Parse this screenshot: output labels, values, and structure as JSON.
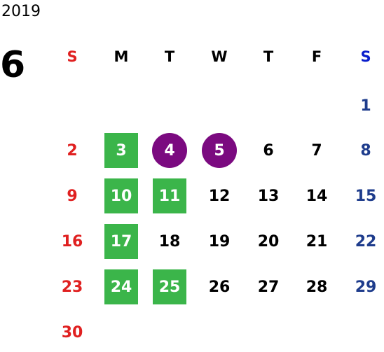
{
  "header": {
    "year": "2019",
    "month": "6"
  },
  "weekdays": [
    {
      "label": "S",
      "color": "#e02020"
    },
    {
      "label": "M",
      "color": "#000000"
    },
    {
      "label": "T",
      "color": "#000000"
    },
    {
      "label": "W",
      "color": "#000000"
    },
    {
      "label": "T",
      "color": "#000000"
    },
    {
      "label": "F",
      "color": "#000000"
    },
    {
      "label": "S",
      "color": "#0a1ecc"
    }
  ],
  "colors": {
    "sunday": "#e02020",
    "saturday": "#1e3c8c",
    "weekday": "#000000",
    "highlight_green": "#3bb54a",
    "highlight_purple": "#7b0a80"
  },
  "days": [
    {
      "label": "1",
      "weekday": 6,
      "week": 0
    },
    {
      "label": "2",
      "weekday": 0,
      "week": 1
    },
    {
      "label": "3",
      "weekday": 1,
      "week": 1,
      "mark": "green"
    },
    {
      "label": "4",
      "weekday": 2,
      "week": 1,
      "mark": "circle"
    },
    {
      "label": "5",
      "weekday": 3,
      "week": 1,
      "mark": "circle"
    },
    {
      "label": "6",
      "weekday": 4,
      "week": 1
    },
    {
      "label": "7",
      "weekday": 5,
      "week": 1
    },
    {
      "label": "8",
      "weekday": 6,
      "week": 1
    },
    {
      "label": "9",
      "weekday": 0,
      "week": 2
    },
    {
      "label": "10",
      "weekday": 1,
      "week": 2,
      "mark": "green"
    },
    {
      "label": "11",
      "weekday": 2,
      "week": 2,
      "mark": "green"
    },
    {
      "label": "12",
      "weekday": 3,
      "week": 2
    },
    {
      "label": "13",
      "weekday": 4,
      "week": 2
    },
    {
      "label": "14",
      "weekday": 5,
      "week": 2
    },
    {
      "label": "15",
      "weekday": 6,
      "week": 2
    },
    {
      "label": "16",
      "weekday": 0,
      "week": 3
    },
    {
      "label": "17",
      "weekday": 1,
      "week": 3,
      "mark": "green"
    },
    {
      "label": "18",
      "weekday": 2,
      "week": 3
    },
    {
      "label": "19",
      "weekday": 3,
      "week": 3
    },
    {
      "label": "20",
      "weekday": 4,
      "week": 3
    },
    {
      "label": "21",
      "weekday": 5,
      "week": 3
    },
    {
      "label": "22",
      "weekday": 6,
      "week": 3
    },
    {
      "label": "23",
      "weekday": 0,
      "week": 4
    },
    {
      "label": "24",
      "weekday": 1,
      "week": 4,
      "mark": "green"
    },
    {
      "label": "25",
      "weekday": 2,
      "week": 4,
      "mark": "green"
    },
    {
      "label": "26",
      "weekday": 3,
      "week": 4
    },
    {
      "label": "27",
      "weekday": 4,
      "week": 4
    },
    {
      "label": "28",
      "weekday": 5,
      "week": 4
    },
    {
      "label": "29",
      "weekday": 6,
      "week": 4
    },
    {
      "label": "30",
      "weekday": 0,
      "week": 5
    }
  ]
}
